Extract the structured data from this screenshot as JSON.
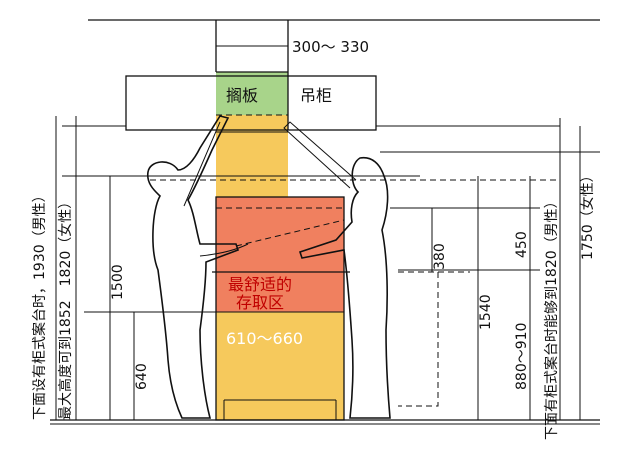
{
  "zones": {
    "shelf_label": "搁板",
    "cabinet_label": "吊柜",
    "comfort_label_line1": "最舒适的",
    "comfort_label_line2": "存取区",
    "counter_label": "610～660",
    "colors": {
      "green": "#a8d48a",
      "yellow": "#f6c95c",
      "red": "#f0805f"
    }
  },
  "dimensions": {
    "top_width": "300～ 330",
    "dim_1500": "1500",
    "dim_640": "640",
    "dim_380": "380",
    "dim_1540": "1540",
    "dim_450": "450",
    "dim_880_910": "880～910"
  },
  "side_notes": {
    "left_outer": "下面设有柜式案台时，1930（男性）",
    "left_inner": "最大高度可到1852　1820（女性）",
    "right_inner": "下面有柜式案台时能够到1820（男性）",
    "right_outer": "1750（女性）"
  }
}
